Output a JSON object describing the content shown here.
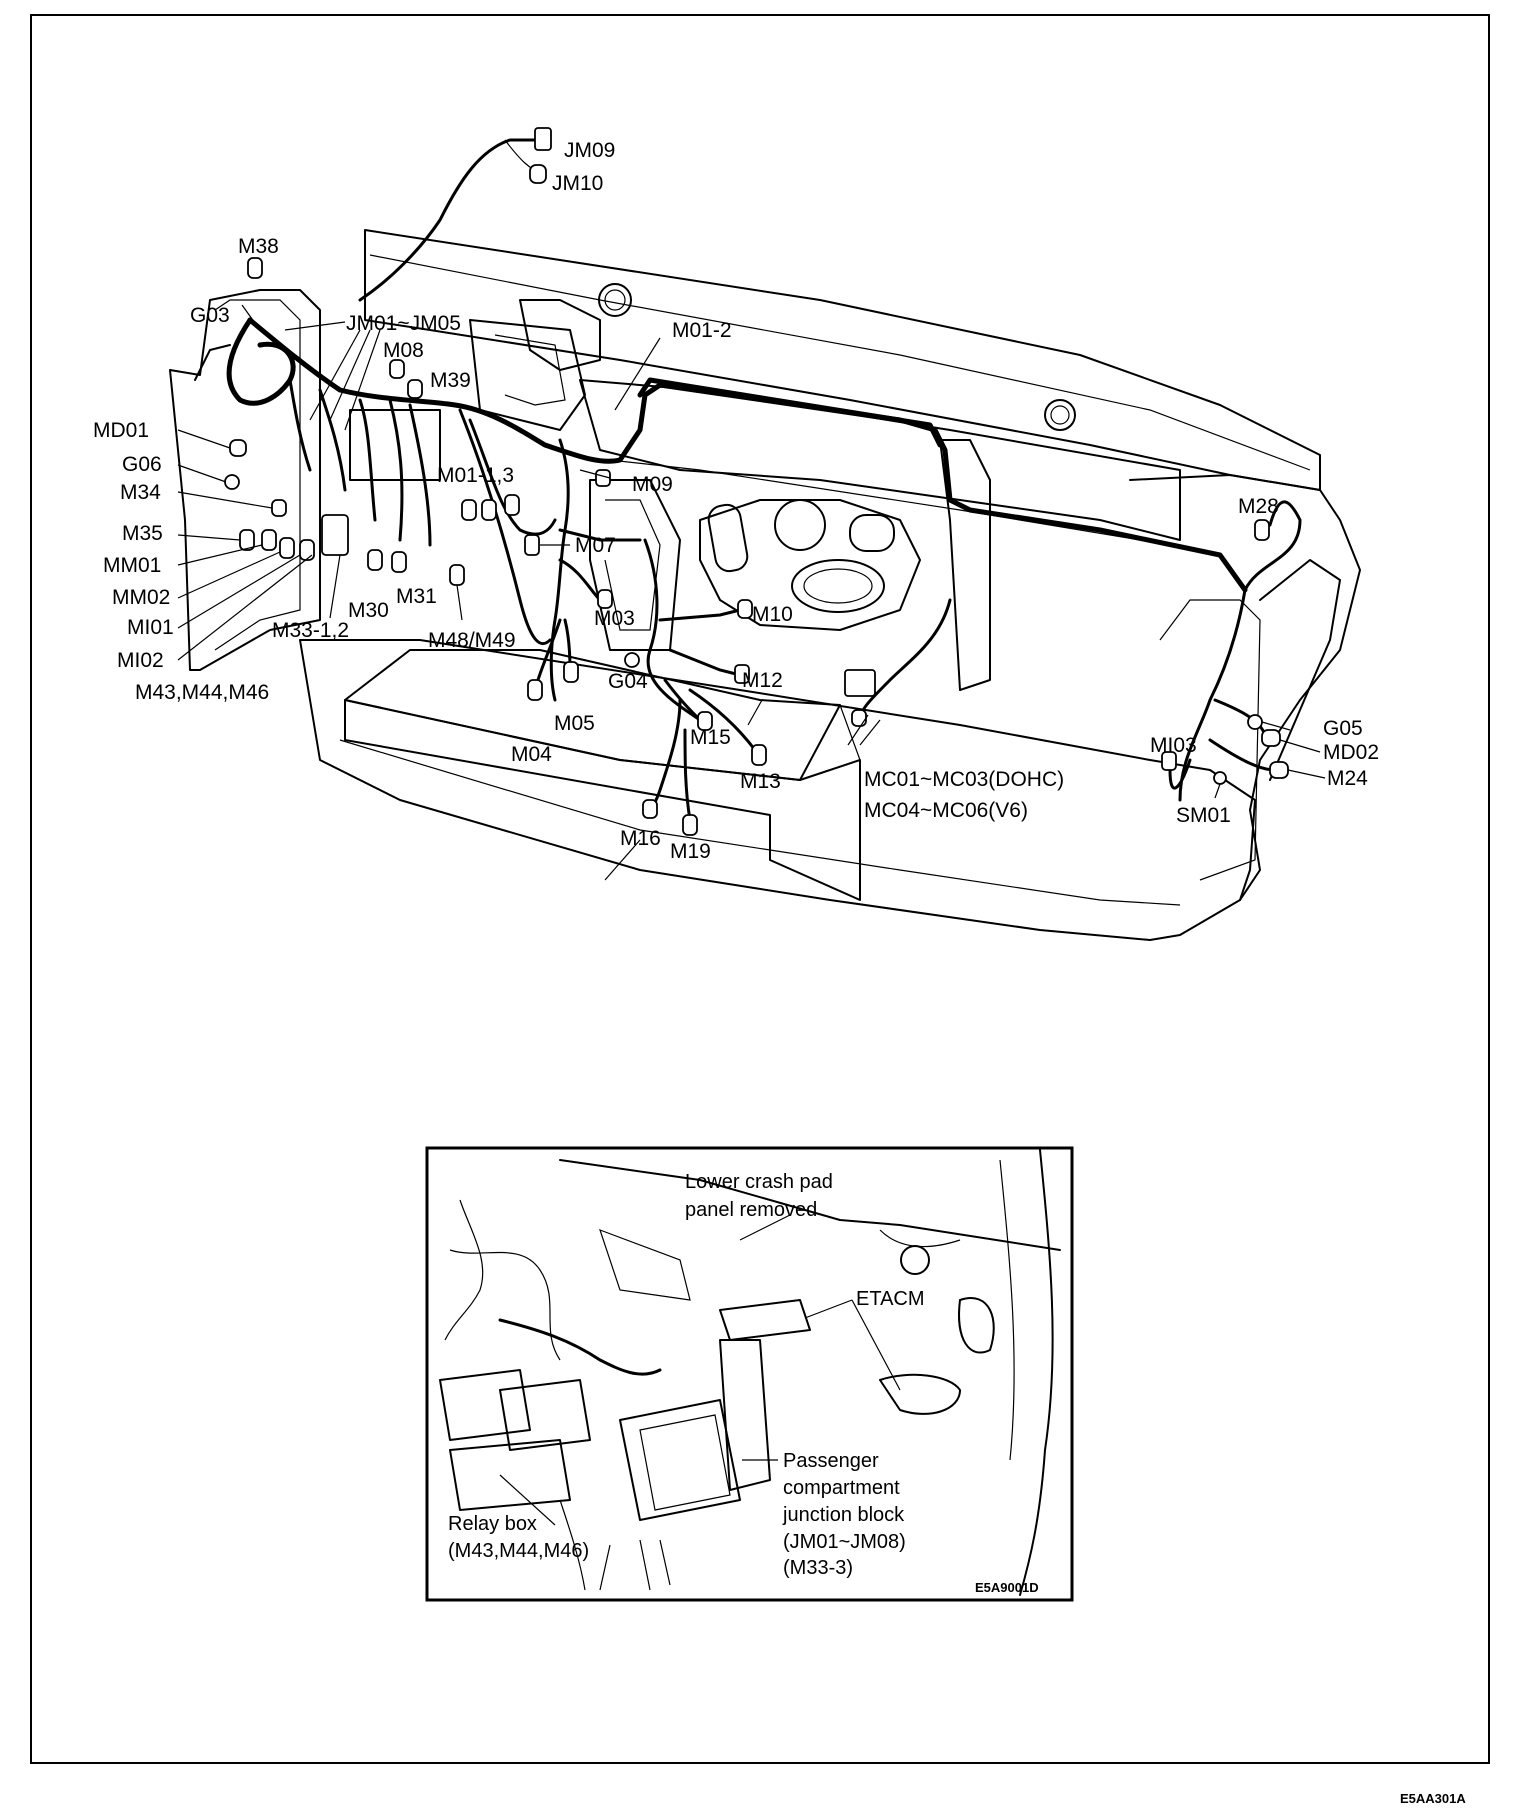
{
  "diagram_code": "E5AA301A",
  "callouts": {
    "jm09": "JM09",
    "jm10": "JM10",
    "m38": "M38",
    "g03": "G03",
    "jm01_jm05": "JM01~JM05",
    "m08": "M08",
    "m39": "M39",
    "m01_2": "M01-2",
    "md01": "MD01",
    "g06": "G06",
    "m34": "M34",
    "m35": "M35",
    "mm01": "MM01",
    "mm02": "MM02",
    "mi01": "MI01",
    "mi02": "MI02",
    "m43_m44_m46": "M43,M44,M46",
    "m33_1_2": "M33-1,2",
    "m30": "M30",
    "m31": "M31",
    "m48_m49": "M48/M49",
    "m01_1_3": "M01-1,3",
    "m09": "M09",
    "m07": "M07",
    "m03": "M03",
    "m10": "M10",
    "g04": "G04",
    "m12": "M12",
    "m04": "M04",
    "m05": "M05",
    "m15": "M15",
    "m13": "M13",
    "m16": "M16",
    "m19": "M19",
    "mc01_mc03": "MC01~MC03(DOHC)",
    "mc04_mc06": "MC04~MC06(V6)",
    "m28": "M28",
    "g05": "G05",
    "md02": "MD02",
    "mi03": "MI03",
    "m24": "M24",
    "sm01": "SM01"
  },
  "inset": {
    "lower_crash_pad_1": "Lower crash pad",
    "lower_crash_pad_2": "panel removed",
    "etacm": "ETACM",
    "passenger_1": "Passenger",
    "passenger_2": "compartment",
    "passenger_3": "junction block",
    "passenger_4": "(JM01~JM08)",
    "passenger_5": "(M33-3)",
    "relay_1": "Relay box",
    "relay_2": "(M43,M44,M46)",
    "inset_code": "E5A9001D"
  }
}
